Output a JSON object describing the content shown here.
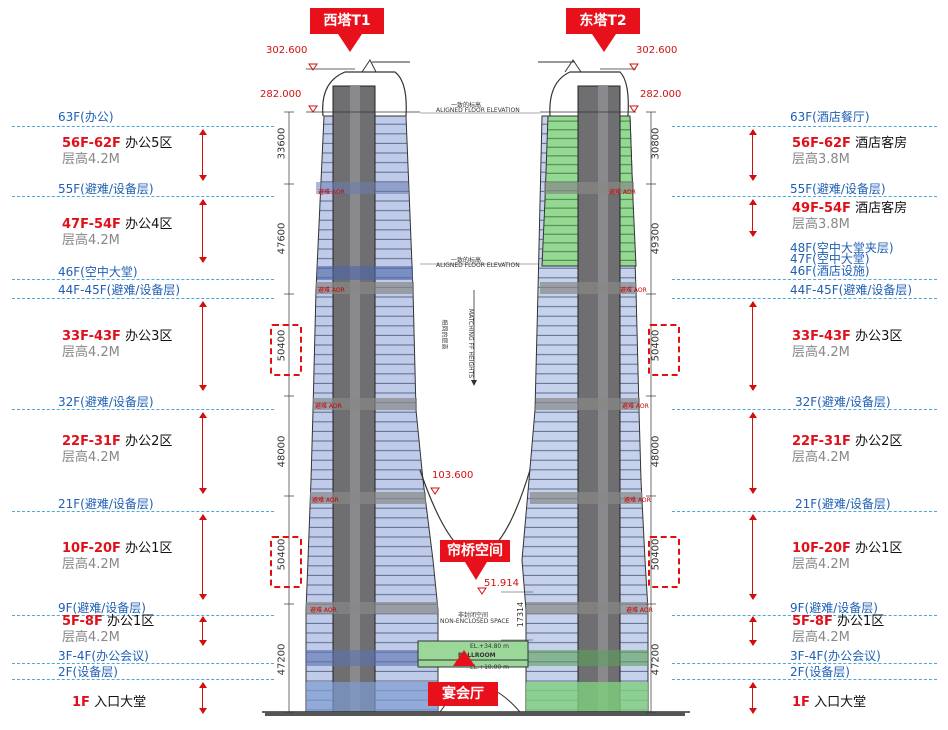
{
  "towers": {
    "west": {
      "label": "西塔T1",
      "top_elev": "302.600",
      "roof_elev": "282.000"
    },
    "east": {
      "label": "东塔T2",
      "top_elev": "302.600",
      "roof_elev": "282.000"
    }
  },
  "callouts": {
    "skybridge": "帘桥空间",
    "ballroom": "宴会厅",
    "bridge_top_elev": "103.600",
    "bridge_bottom_elev": "51.914"
  },
  "drawing_notes": {
    "aligned_cn": "一致的标高",
    "aligned": "ALIGNED FLOOR ELEVATION",
    "aligned_cn2": "一致的标高",
    "aligned2": "ALIGNED FLOOR ELEVATION",
    "matching_cn": "相同的层高",
    "matching": "MATCHING FF HEIGHTS",
    "nonenclosed_cn": "非封闭空间",
    "nonenclosed": "NON-ENCLOSED SPACE",
    "ballroom": "BALLROOM",
    "el1": "EL.+34.80 m",
    "el2": "EL.+10.00 m",
    "aor": "避难 AOR",
    "span": "17314"
  },
  "left_dims": [
    "33600",
    "47600",
    "50400",
    "48000",
    "50400",
    "47200"
  ],
  "right_dims": [
    "30800",
    "49300",
    "50400",
    "48000",
    "50400",
    "47200"
  ],
  "west_levels": {
    "l63": "63F(办公)",
    "l55": "55F(避难/设备层)",
    "l46": "46F(空中大堂)",
    "l44": "44F-45F(避难/设备层)",
    "l32": "32F(避难/设备层)",
    "l21": "21F(避难/设备层)",
    "l9": "9F(避难/设备层)",
    "l3": "3F-4F(办公会议)",
    "l2": "2F(设备层)"
  },
  "west_zones": {
    "z5": {
      "range": "56F-62F",
      "name": "办公5区",
      "height": "层高4.2M"
    },
    "z4": {
      "range": "47F-54F",
      "name": "办公4区",
      "height": "层高4.2M"
    },
    "z3": {
      "range": "33F-43F",
      "name": "办公3区",
      "height": "层高4.2M"
    },
    "z2": {
      "range": "22F-31F",
      "name": "办公2区",
      "height": "层高4.2M"
    },
    "z1": {
      "range": "10F-20F",
      "name": "办公1区",
      "height": "层高4.2M"
    },
    "z0": {
      "range": "5F-8F",
      "name": "办公1区",
      "height": "层高4.2M"
    },
    "lobby": {
      "range": "1F",
      "name": "入口大堂"
    }
  },
  "east_levels": {
    "l63": "63F(酒店餐厅)",
    "l55": "55F(避难/设备层)",
    "l48": "48F(空中大堂夹层)",
    "l47": "47F(空中大堂)",
    "l46": "46F(酒店设施)",
    "l44": "44F-45F(避难/设备层)",
    "l32": "32F(避难/设备层)",
    "l21": "21F(避难/设备层)",
    "l9": "9F(避难/设备层)",
    "l3": "3F-4F(办公会议)",
    "l2": "2F(设备层)"
  },
  "east_zones": {
    "z5": {
      "range": "56F-62F",
      "name": "酒店客房",
      "height": "层高3.8M"
    },
    "z4": {
      "range": "49F-54F",
      "name": "酒店客房",
      "height": "层高3.8M"
    },
    "z3": {
      "range": "33F-43F",
      "name": "办公3区",
      "height": "层高4.2M"
    },
    "z2": {
      "range": "22F-31F",
      "name": "办公2区",
      "height": "层高4.2M"
    },
    "z1": {
      "range": "10F-20F",
      "name": "办公1区",
      "height": "层高4.2M"
    },
    "z0": {
      "range": "5F-8F",
      "name": "办公1区",
      "height": "层高4.2M"
    },
    "lobby": {
      "range": "1F",
      "name": "入口大堂"
    }
  },
  "colors": {
    "accent_red": "#e8101a",
    "level_blue": "#1f5fb4",
    "hotel_green": "#8cd68a",
    "office_blue": "#b9c7e6",
    "core_gray": "#6f6f72"
  }
}
